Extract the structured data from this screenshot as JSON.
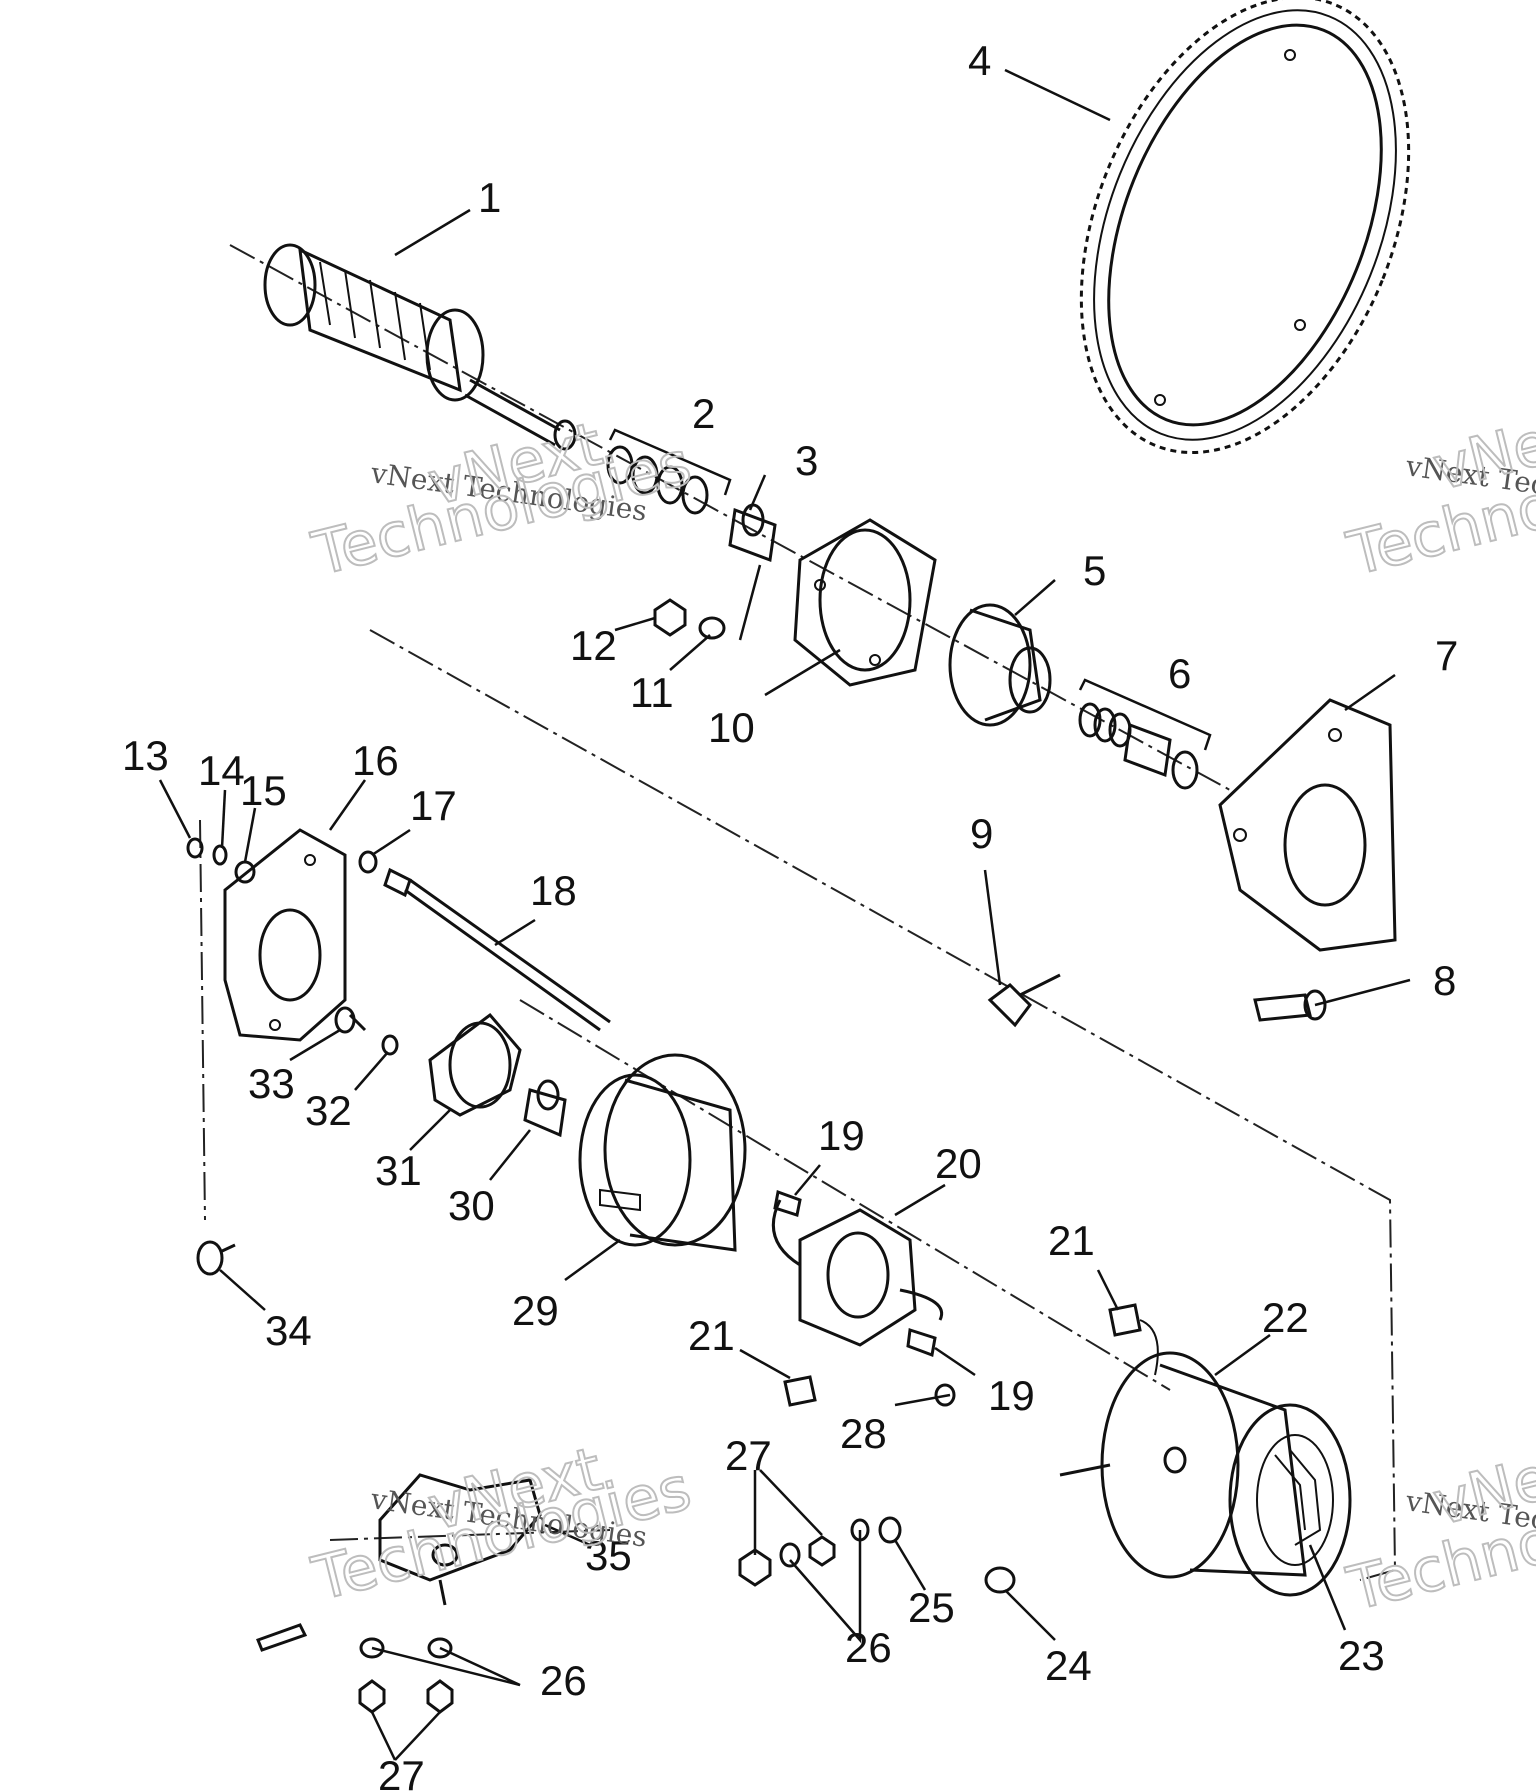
{
  "watermark": {
    "line1": "vNext Technologies",
    "line2": "vNext",
    "line3": "Technologies"
  },
  "callouts": [
    "1",
    "2",
    "3",
    "4",
    "5",
    "6",
    "7",
    "8",
    "9",
    "10",
    "11",
    "12",
    "13",
    "14",
    "15",
    "16",
    "17",
    "18",
    "19",
    "19",
    "20",
    "21",
    "21",
    "22",
    "23",
    "24",
    "25",
    "26",
    "26",
    "27",
    "27",
    "28",
    "29",
    "30",
    "31",
    "32",
    "33",
    "34",
    "35"
  ]
}
